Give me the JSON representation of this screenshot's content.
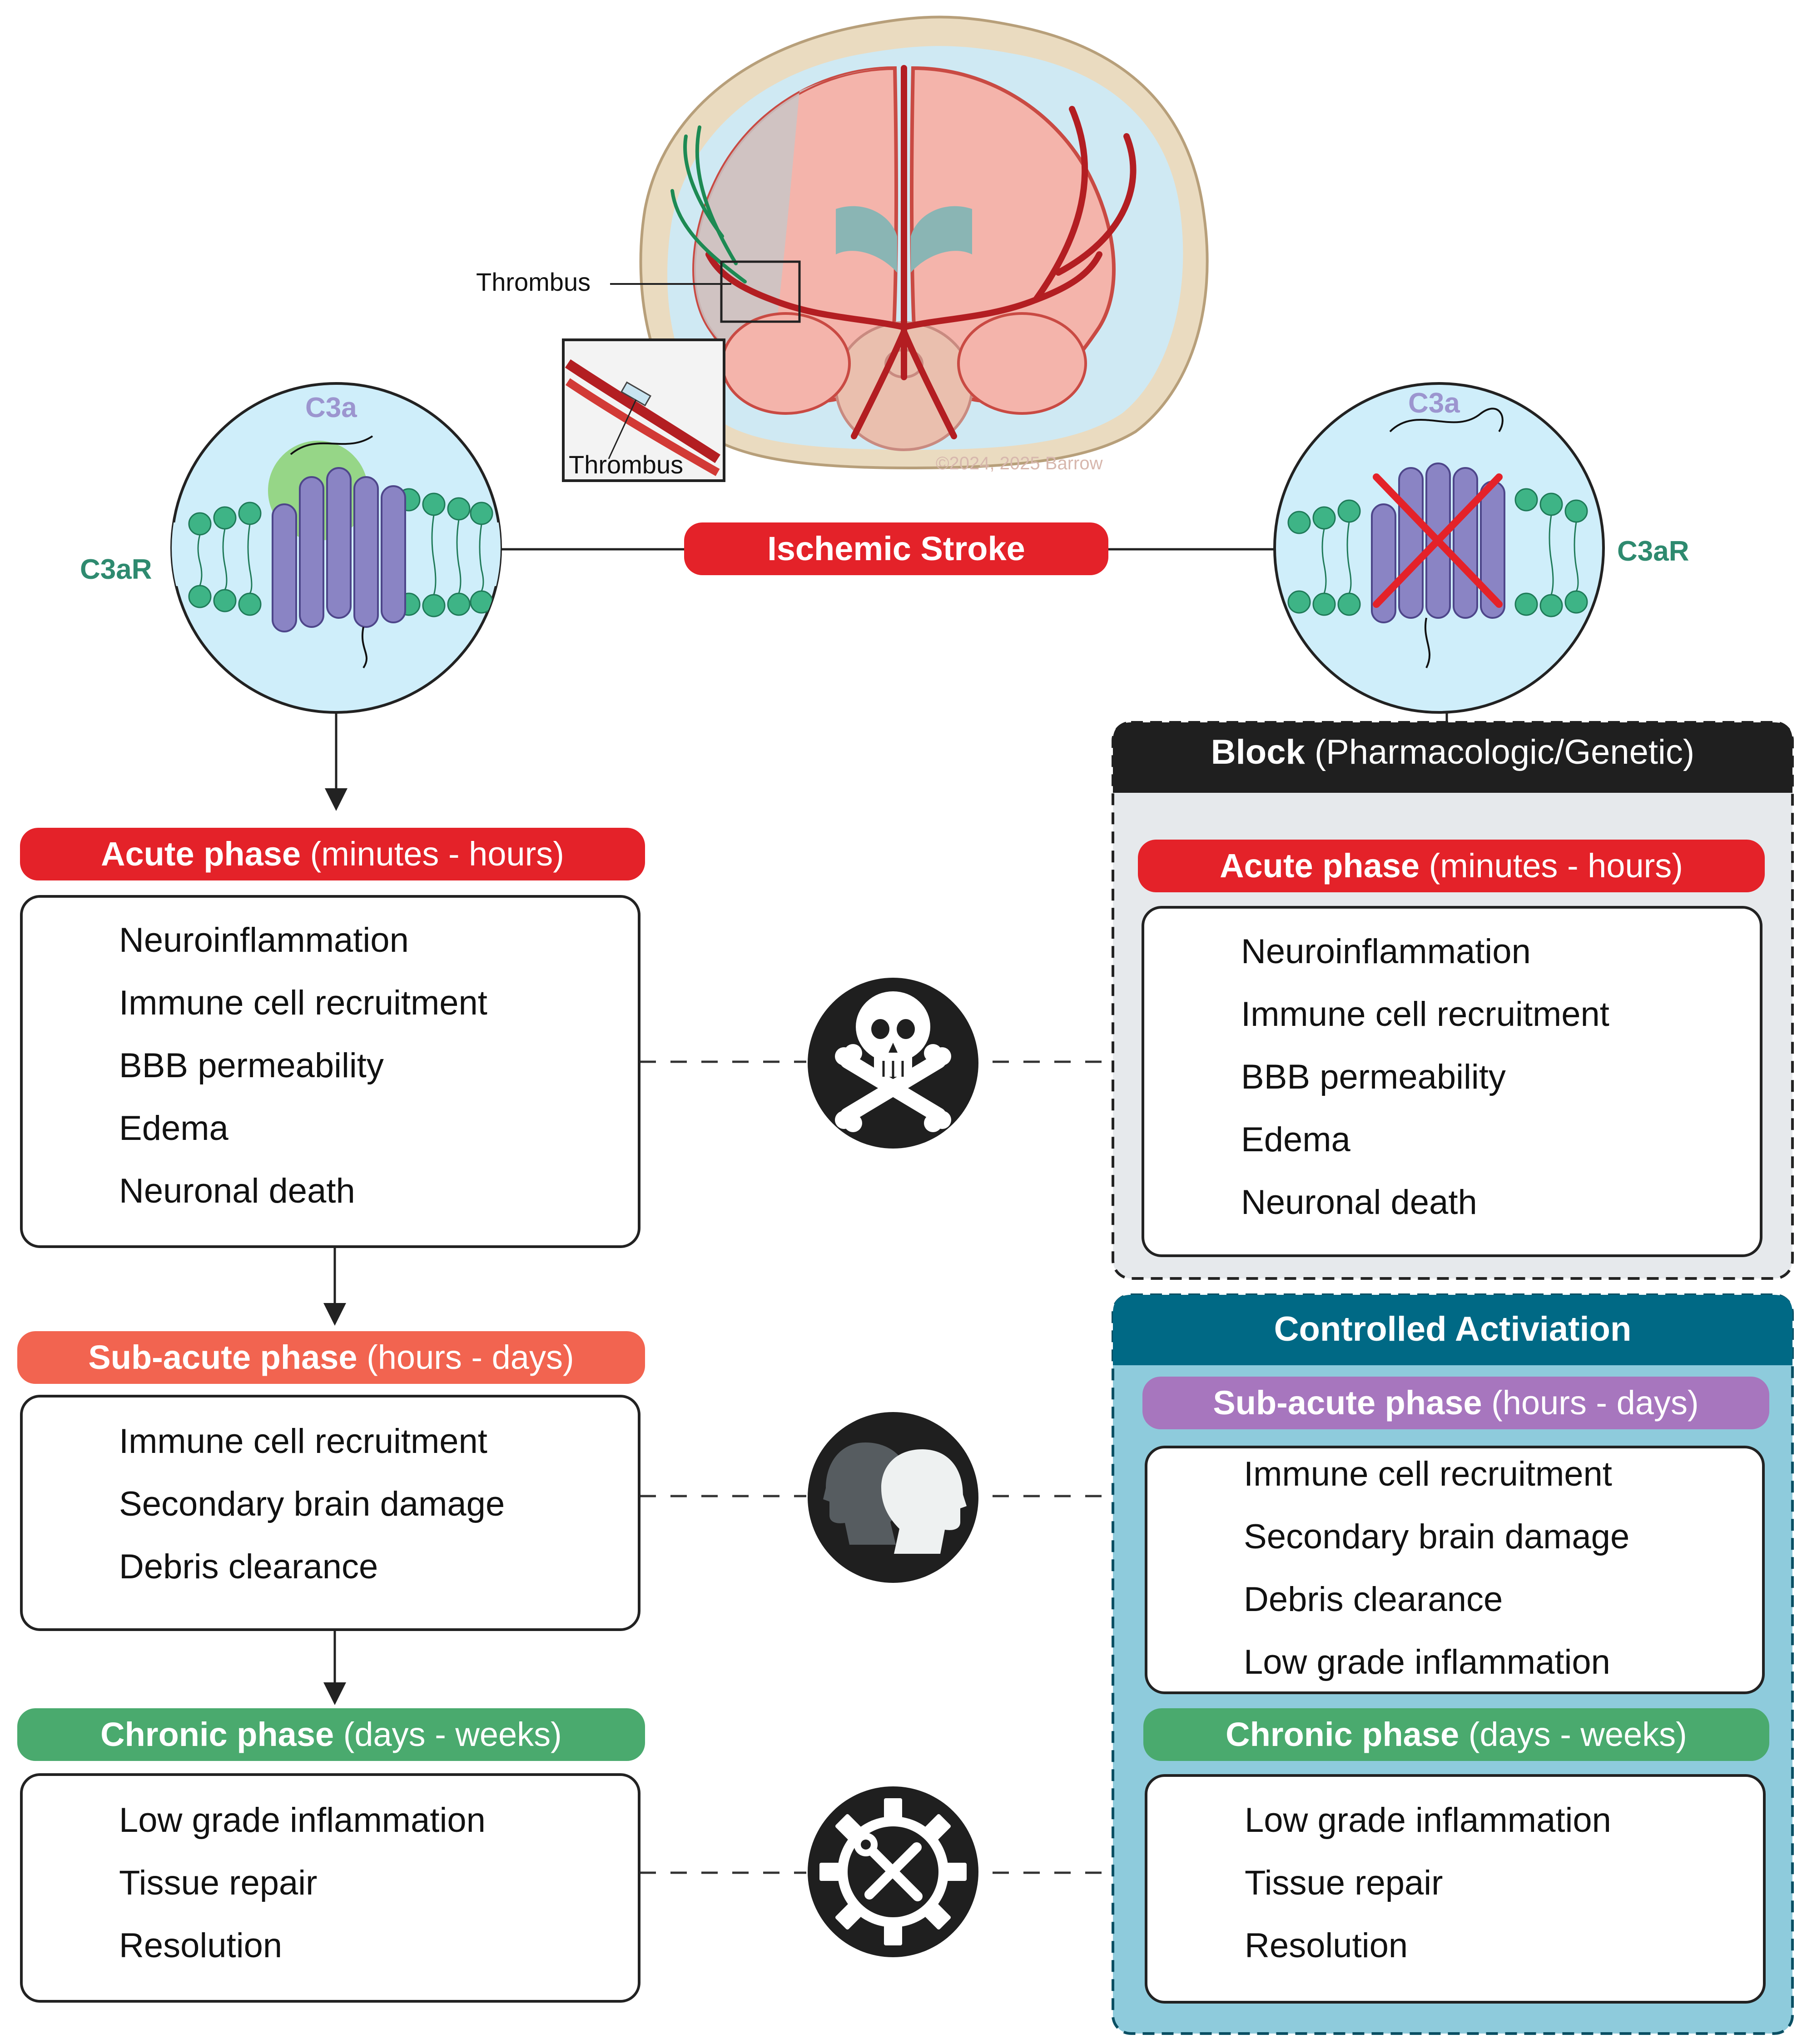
{
  "title": "Ischemic Stroke",
  "brain": {
    "thrombus_label": "Thrombus",
    "inset_label": "Thrombus",
    "copyright": "©2024, 2025 Barrow"
  },
  "receptor_left": {
    "ligand": "C3a",
    "receptor": "C3aR"
  },
  "receptor_right": {
    "ligand": "C3a",
    "receptor": "C3aR"
  },
  "left": {
    "acute": {
      "title": "Acute phase",
      "time": "(minutes - hours)",
      "items": [
        {
          "text": "Neuroinflammation",
          "dir": "up"
        },
        {
          "text": "Immune cell recruitment",
          "dir": "up"
        },
        {
          "text": "BBB permeability",
          "dir": "up"
        },
        {
          "text": "Edema",
          "dir": "up"
        },
        {
          "text": "Neuronal death",
          "dir": "up"
        }
      ]
    },
    "subacute": {
      "title": "Sub-acute phase",
      "time": "(hours - days)",
      "items": [
        {
          "text": "Immune cell recruitment",
          "dir": "up"
        },
        {
          "text": "Secondary brain damage",
          "dir": "up"
        },
        {
          "text": "Debris clearance",
          "dir": "down"
        }
      ]
    },
    "chronic": {
      "title": "Chronic phase",
      "time": "(days - weeks)",
      "items": [
        {
          "text": "Low grade inflammation",
          "dir": "up"
        },
        {
          "text": "Tissue repair",
          "dir": "down"
        },
        {
          "text": "Resolution",
          "dir": "down"
        }
      ]
    }
  },
  "right": {
    "block": {
      "title": "Block",
      "subtitle": "(Pharmacologic/Genetic)"
    },
    "acute": {
      "title": "Acute phase",
      "time": "(minutes - hours)",
      "items": [
        {
          "text": "Neuroinflammation",
          "dir": "down"
        },
        {
          "text": "Immune cell recruitment",
          "dir": "down"
        },
        {
          "text": "BBB permeability",
          "dir": "down"
        },
        {
          "text": "Edema",
          "dir": "down"
        },
        {
          "text": "Neuronal death",
          "dir": "down"
        }
      ]
    },
    "controlled": {
      "title": "Controlled Activiation"
    },
    "subacute": {
      "title": "Sub-acute phase",
      "time": "(hours - days)",
      "items": [
        {
          "text": "Immune cell recruitment",
          "dir": "down"
        },
        {
          "text": "Secondary brain damage",
          "dir": "down"
        },
        {
          "text": "Debris clearance",
          "dir": "up"
        },
        {
          "text": "Low grade inflammation",
          "dir": "both"
        }
      ]
    },
    "chronic": {
      "title": "Chronic phase",
      "time": "(days - weeks)",
      "items": [
        {
          "text": "Low grade inflammation",
          "dir": "both"
        },
        {
          "text": "Tissue repair",
          "dir": "up"
        },
        {
          "text": "Resolution",
          "dir": "up"
        }
      ]
    }
  },
  "icons": [
    "skull-crossbones-icon",
    "heads-profile-icon",
    "gear-repair-icon"
  ],
  "colors": {
    "red": "#e42229",
    "salmon": "#f26450",
    "green": "#4aaa6e",
    "purple": "#a776be",
    "teal": "#006985",
    "teal_bg": "#8ecbdc",
    "grey_bg": "#e6e9ec",
    "dark": "#1f1f1f",
    "arrow_red": "#e42229",
    "arrow_green": "#0a8a45"
  }
}
